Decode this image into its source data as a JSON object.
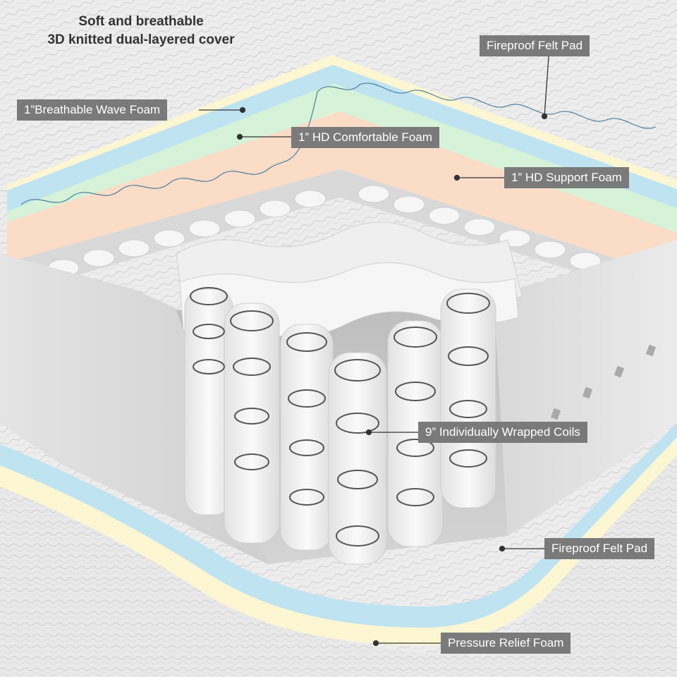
{
  "heading": {
    "line1": "Soft and breathable",
    "line2": "3D knitted dual-layered cover"
  },
  "labels": {
    "fireproof_top": "Fireproof Felt Pad",
    "wave_foam": "1”Breathable Wave Foam",
    "comfort_foam": "1” HD Comfortable Foam",
    "support_foam": "1” HD Support Foam",
    "coils": "9” Individually Wrapped Coils",
    "fireproof_bottom": "Fireproof Felt Pad",
    "pressure_foam": "Pressure Relief Foam"
  },
  "colors": {
    "label_bg": "#7a7a7a",
    "label_text": "#ffffff",
    "heading_text": "#333333",
    "cover": "#ededed",
    "cover_stripe": "#d8d8d8",
    "felt_pad": "#fdf6d2",
    "wave_foam": "#bfe3f1",
    "comfort_foam": "#d6f2d8",
    "support_foam": "#fbdcc7",
    "coil_fabric": "#f3f3f3",
    "coil_wire": "#555555",
    "base_border": "#222222"
  }
}
